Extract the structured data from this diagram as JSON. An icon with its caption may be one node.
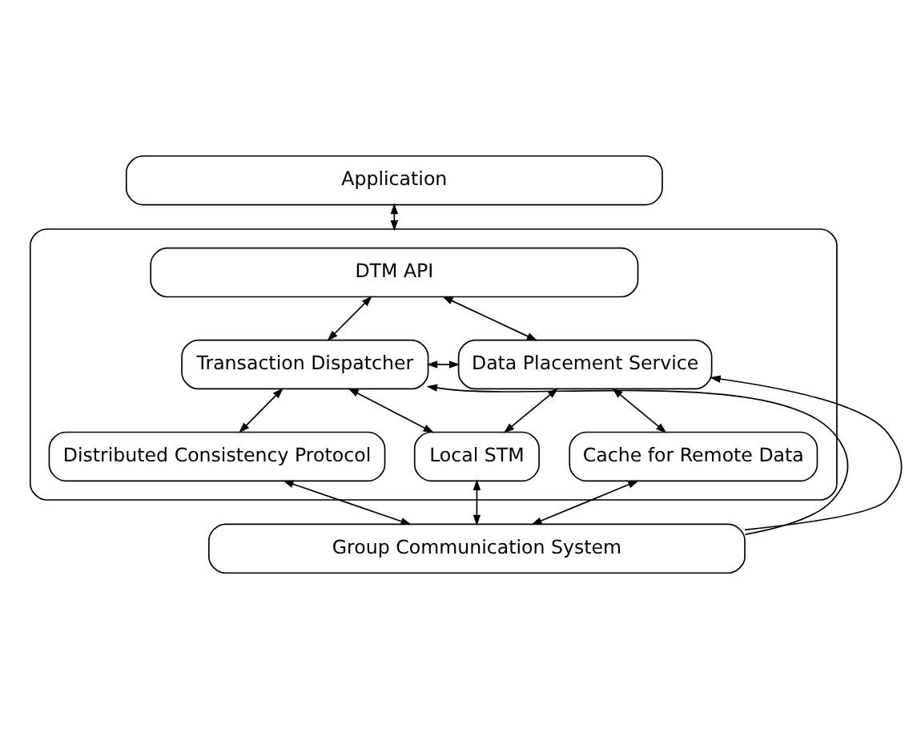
{
  "diagram": {
    "nodes": [
      {
        "text": [
          "Application"
        ]
      },
      {
        "text": [],
        "shape": "box"
      },
      {
        "text": [
          "DTM API"
        ],
        "in": 1
      },
      {
        "text": [
          "Transaction Dispatcher"
        ],
        "in": 1
      },
      {
        "text": [
          "Data Placement Service"
        ],
        "in": 1
      },
      {
        "text": [
          "Distributed Consistency Protocol"
        ],
        "in": 1
      },
      {
        "text": [
          "Local STM"
        ],
        "in": 1
      },
      {
        "text": [
          "Cache for Remote Data"
        ],
        "in": 1
      },
      {
        "text": [
          "Group Communication System"
        ]
      }
    ],
    "edges": [
      {
        "from": 0,
        "to": 1,
        "arrow": "both"
      },
      {
        "from": 2,
        "to": 3,
        "arrow": "both"
      },
      {
        "from": 2,
        "to": 4,
        "arrow": "both"
      },
      {
        "from": 3,
        "to": 4,
        "arrow": "both"
      },
      {
        "from": 3,
        "to": 5,
        "arrow": "both"
      },
      {
        "from": 3,
        "to": 6,
        "arrow": "both"
      },
      {
        "from": 4,
        "to": 6,
        "arrow": "both"
      },
      {
        "from": 4,
        "to": 7,
        "arrow": "both"
      },
      {
        "from": 5,
        "to": 8,
        "arrow": "both"
      },
      {
        "from": 8,
        "to": 3,
        "arrow": "to"
      },
      {
        "from": 6,
        "to": 8,
        "arrow": "both"
      },
      {
        "from": 8,
        "to": 4,
        "arrow": "to"
      },
      {
        "from": 7,
        "to": 8,
        "arrow": "both"
      }
    ]
  }
}
